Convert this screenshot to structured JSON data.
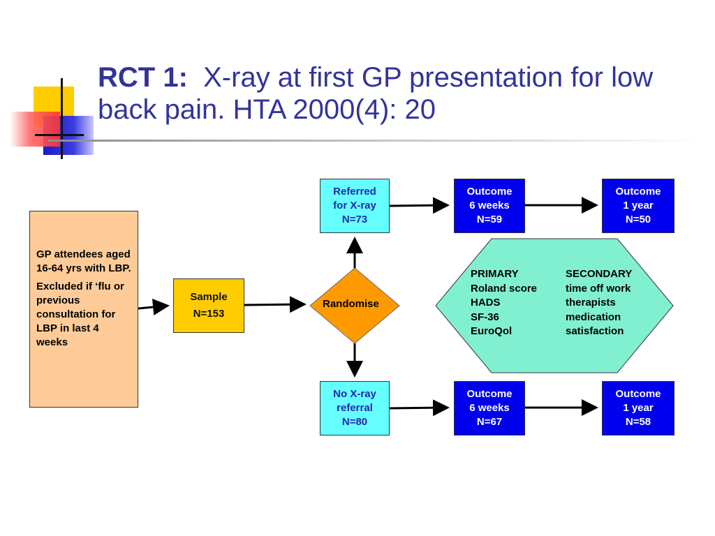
{
  "title": {
    "bold": "RCT 1:",
    "rest": "X-ray at first GP presentation for low back pain. HTA 2000(4): 20"
  },
  "population": {
    "line1": "GP attendees aged 16-64 yrs with LBP.",
    "line2": "Excluded if ‘flu or previous consultation for LBP in  last 4 weeks"
  },
  "sample": {
    "label": "Sample",
    "n": "N=153"
  },
  "randomise": "Randomise",
  "xray_arm": {
    "group": [
      "Referred",
      "for X-ray",
      "N=73"
    ],
    "outcome_6w": [
      "Outcome",
      "6 weeks",
      "N=59"
    ],
    "outcome_1y": [
      "Outcome",
      "1 year",
      "N=50"
    ]
  },
  "no_xray_arm": {
    "group": [
      "No X-ray",
      "referral",
      "N=80"
    ],
    "outcome_6w": [
      "Outcome",
      "6 weeks",
      "N=67"
    ],
    "outcome_1y": [
      "Outcome",
      "1 year",
      "N=58"
    ]
  },
  "outcomes": {
    "primary": [
      "PRIMARY",
      "Roland score",
      "HADS",
      "SF-36",
      "EuroQol"
    ],
    "secondary": [
      "SECONDARY",
      "time off work",
      "therapists",
      "medication",
      "satisfaction"
    ]
  },
  "colors": {
    "title": "#333399",
    "cyan_box": "#66ffff",
    "blue_box": "#0000ee",
    "sample_box": "#ffcc00",
    "population_box": "#ffcc99",
    "diamond": "#ff9900",
    "hexagon": "#80f0d0"
  }
}
